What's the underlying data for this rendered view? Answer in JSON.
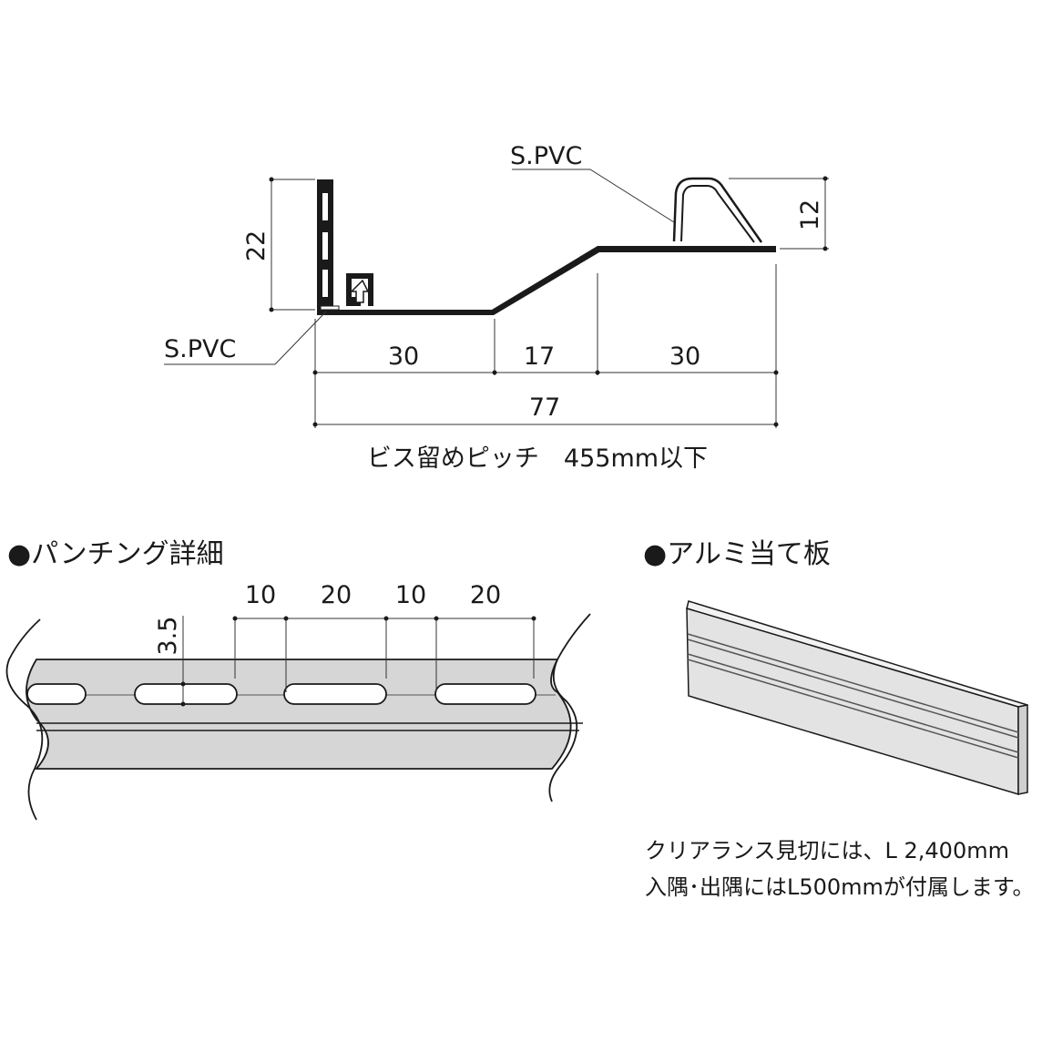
{
  "profile": {
    "label_top_right": "S.PVC",
    "label_bottom_left": "S.PVC",
    "dim_height": "22",
    "dim_height_right": "12",
    "dim_seg1": "30",
    "dim_seg2": "17",
    "dim_seg3": "30",
    "dim_total": "77",
    "screw_pitch": "ビス留めピッチ　455mm以下"
  },
  "punching": {
    "heading": "●パンチング詳細",
    "dim_a": "10",
    "dim_b": "20",
    "dim_c": "10",
    "dim_d": "20",
    "dim_slot_height": "3.5"
  },
  "plate": {
    "heading": "●アルミ当て板",
    "note_line1": "クリアランス見切には、L 2,400mm",
    "note_line2": "入隅･出隅にはL500mmが付属します。"
  },
  "colors": {
    "ink": "#1a1a1a",
    "strip_fill": "#d6d6d6",
    "plate_fill": "#e3e3e3"
  }
}
